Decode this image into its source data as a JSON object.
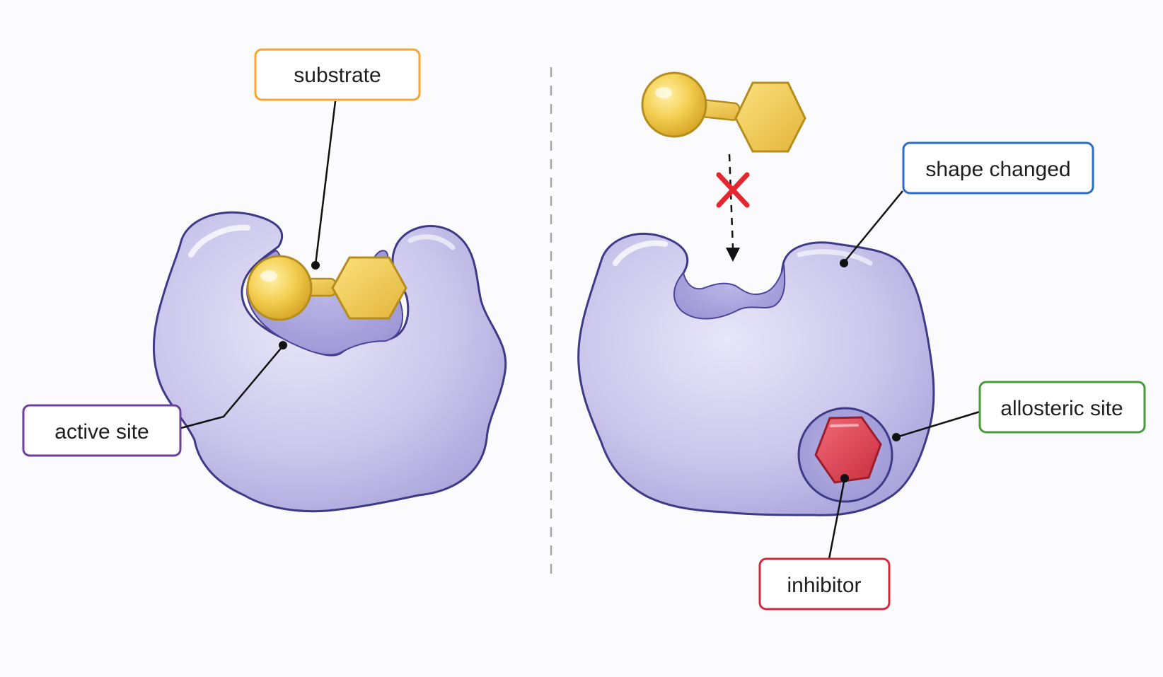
{
  "labels": {
    "substrate": "substrate",
    "active_site": "active site",
    "shape_changed": "shape changed",
    "allosteric_site": "allosteric site",
    "inhibitor": "inhibitor"
  },
  "colors": {
    "background": "#fbfbfd",
    "enzyme_fill": "#cbc7ec",
    "enzyme_outline": "#3f3a86",
    "substrate_fill": "#f4cf52",
    "substrate_outline": "#b58d1c",
    "inhibitor_fill": "#df3f52",
    "inhibitor_outline": "#9c1e2e",
    "blocked_mark": "#e3262f",
    "substrate_box": "#f4a631",
    "active_site_box": "#6b3fa0",
    "shape_changed_box": "#2b6cc4",
    "allosteric_site_box": "#4a9a3c",
    "inhibitor_box": "#d6283a"
  },
  "icons": {
    "blocked": "cross-mark-icon",
    "approach": "dashed-arrow-down-icon"
  }
}
